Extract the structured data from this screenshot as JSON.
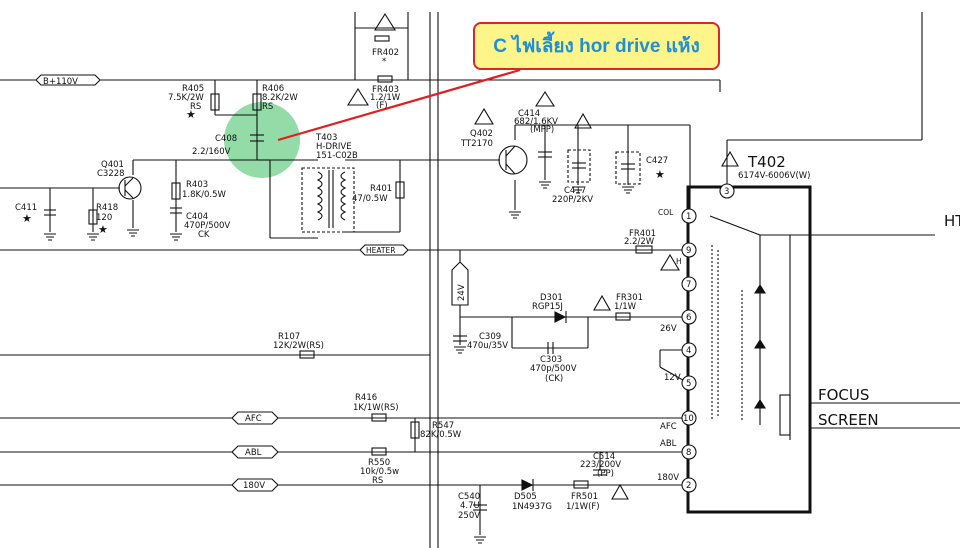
{
  "callout": {
    "text": "C ไฟเลี้ยง hor drive แห้ง",
    "highlight_color": "#6fcf8a",
    "border_color": "#d8272a",
    "text_color": "#1f8fd6"
  },
  "nets": {
    "b110": "B+110V",
    "heater": "HEATER",
    "afc": "AFC",
    "abl": "ABL",
    "v180": "180V",
    "v24": "24V"
  },
  "components": {
    "fr402": "FR402",
    "fr402_mark": "*",
    "fr403_a": "FR403",
    "fr403_b": "1.2/1W",
    "fr403_c": "(F)",
    "r405_a": "R405",
    "r405_b": "7.5K/2W",
    "r405_c": "RS",
    "r406_a": "R406",
    "r406_b": "8.2K/2W",
    "r406_c": "RS",
    "c408_a": "C408",
    "c408_b": "2.2/160V",
    "t403_a": "T403",
    "t403_b": "H-DRIVE",
    "t403_c": "151-C02B",
    "q401_a": "Q401",
    "q401_b": "C3228",
    "r403_a": "R403",
    "r403_b": "1.8K/0.5W",
    "c404_a": "C404",
    "c404_b": "470P/500V",
    "c404_c": "CK",
    "c411": "C411",
    "r418_a": "R418",
    "r418_b": "120",
    "r401_a": "R401",
    "r401_b": "47/0.5W",
    "q402_a": "Q402",
    "q402_b": "TT2170",
    "c414_a": "C414",
    "c414_b": "682/1.6KV",
    "c414_c": "(MPP)",
    "c417_a": "C417",
    "c417_b": "220P/2KV",
    "c427": "C427",
    "t402": "T402",
    "t402_spec": "6174V-6006V(W)",
    "fr401_a": "FR401",
    "fr401_b": "2.2/2W",
    "d301_a": "D301",
    "d301_b": "RGP15J",
    "fr301_a": "FR301",
    "fr301_b": "1/1W",
    "c309_a": "C309",
    "c309_b": "470u/35V",
    "c303_a": "C303",
    "c303_b": "470p/500V",
    "c303_c": "(CK)",
    "r107_a": "R107",
    "r107_b": "12K/2W(RS)",
    "r416_a": "R416",
    "r416_b": "1K/1W(RS)",
    "r547_a": "R547",
    "r547_b": "82K/0.5W",
    "r550_a": "R550",
    "r550_b": "10k/0.5w",
    "r550_c": "RS",
    "c514_a": "C514",
    "c514_b": "223/200V",
    "c514_c": "(PP)",
    "c540_a": "C540",
    "c540_b": "4.7U",
    "c540_c": "250V",
    "d505_a": "D505",
    "d505_b": "1N4937G",
    "fr501_a": "FR501",
    "fr501_b": "1/1W(F)"
  },
  "pins": {
    "p1": "1",
    "p2": "2",
    "p3": "3",
    "p4": "4",
    "p5": "5",
    "p6": "6",
    "p7": "7",
    "p8": "8",
    "p9": "9",
    "p10": "10",
    "col": "COL",
    "h": "H",
    "v26": "26V",
    "v12": "12V",
    "afc": "AFC",
    "abl": "ABL",
    "v180": "180V"
  },
  "outputs": {
    "focus": "FOCUS",
    "screen": "SCREEN",
    "ht": "HT"
  }
}
